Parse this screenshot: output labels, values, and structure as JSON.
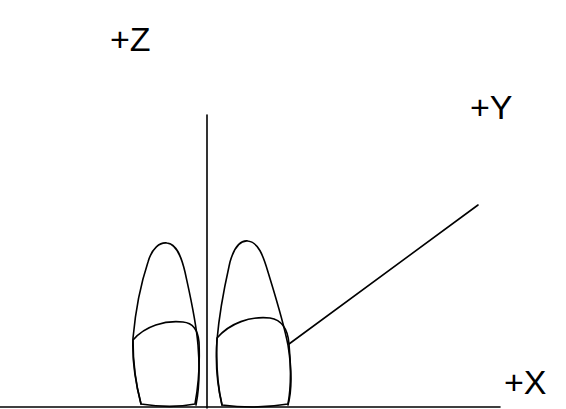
{
  "diagram": {
    "labels": [
      "+Z",
      "+Y",
      "+X"
    ]
  }
}
